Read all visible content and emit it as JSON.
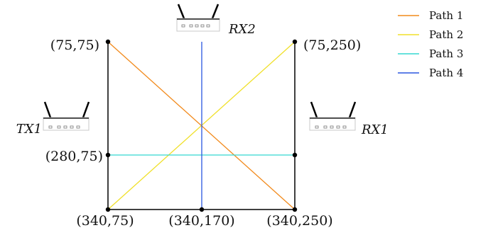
{
  "diagram": {
    "points": {
      "p_75_75": "(75,75)",
      "p_75_250": "(75,250)",
      "p_280_75": "(280,75)",
      "p_340_75": "(340,75)",
      "p_340_170": "(340,170)",
      "p_340_250": "(340,250)"
    },
    "devices": {
      "tx1": "TX1",
      "rx1": "RX1",
      "rx2": "RX2"
    },
    "legend": [
      {
        "label": "Path 1",
        "color": "#f28a1c"
      },
      {
        "label": "Path 2",
        "color": "#f0e02a"
      },
      {
        "label": "Path 3",
        "color": "#35d8d0"
      },
      {
        "label": "Path 4",
        "color": "#2a56e0"
      }
    ],
    "colors": {
      "frame": "#000000",
      "path1": "#f28a1c",
      "path2": "#f0e02a",
      "path3": "#35d8d0",
      "path4": "#2a56e0"
    },
    "icons": {
      "router": "router-icon"
    }
  }
}
